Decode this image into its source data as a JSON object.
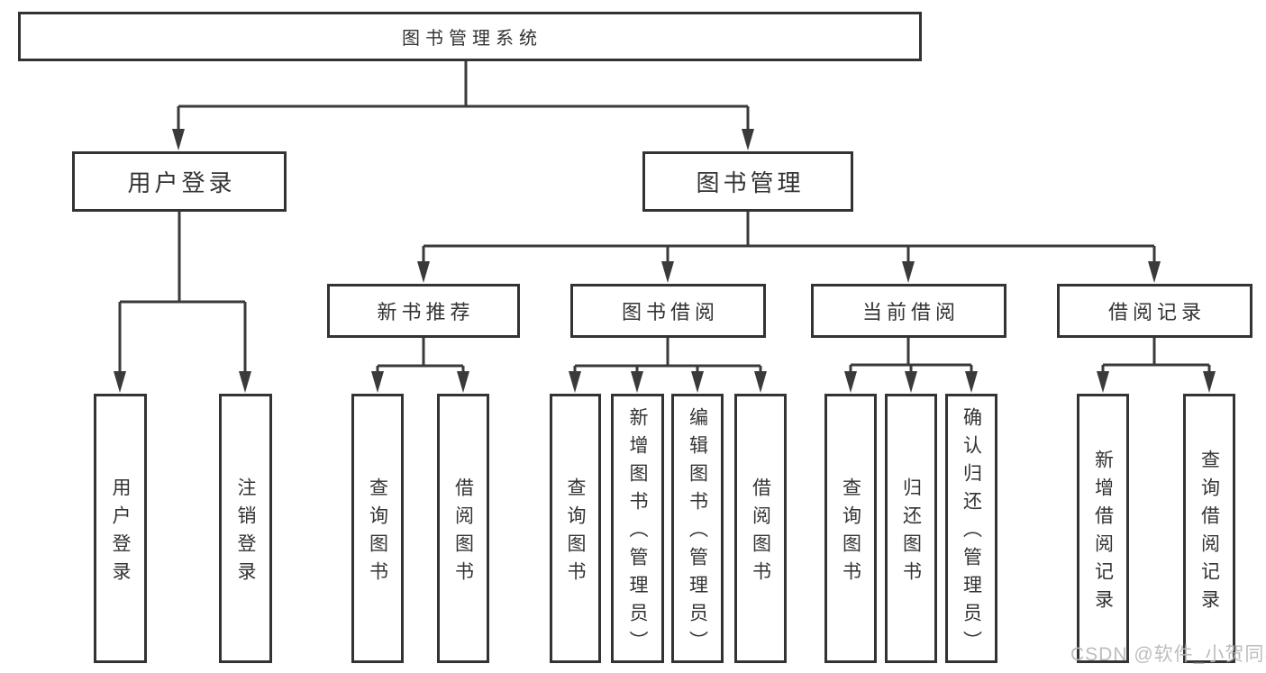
{
  "diagram": {
    "root": {
      "label": "图书管理系统"
    },
    "level2": [
      {
        "label": "用户登录"
      },
      {
        "label": "图书管理"
      }
    ],
    "level3": [
      {
        "label": "新书推荐"
      },
      {
        "label": "图书借阅"
      },
      {
        "label": "当前借阅"
      },
      {
        "label": "借阅记录"
      }
    ],
    "leaves": [
      {
        "label": "用户登录",
        "parent": "用户登录"
      },
      {
        "label": "注销登录",
        "parent": "用户登录"
      },
      {
        "label": "查询图书",
        "parent": "新书推荐"
      },
      {
        "label": "借阅图书",
        "parent": "新书推荐"
      },
      {
        "label": "查询图书",
        "parent": "图书借阅"
      },
      {
        "label": "新增图书（管理员）",
        "parent": "图书借阅"
      },
      {
        "label": "编辑图书（管理员）",
        "parent": "图书借阅"
      },
      {
        "label": "借阅图书",
        "parent": "图书借阅"
      },
      {
        "label": "查询图书",
        "parent": "当前借阅"
      },
      {
        "label": "归还图书",
        "parent": "当前借阅"
      },
      {
        "label": "确认归还（管理员）",
        "parent": "当前借阅"
      },
      {
        "label": "新增借阅记录",
        "parent": "借阅记录"
      },
      {
        "label": "查询借阅记录",
        "parent": "借阅记录"
      }
    ]
  },
  "watermark": {
    "text": "CSDN @软件_小贺同学"
  },
  "colors": {
    "line": "#3a3a3a",
    "border": "#333333",
    "text": "#333333",
    "watermark": "#b9b9b9",
    "background": "#ffffff"
  }
}
